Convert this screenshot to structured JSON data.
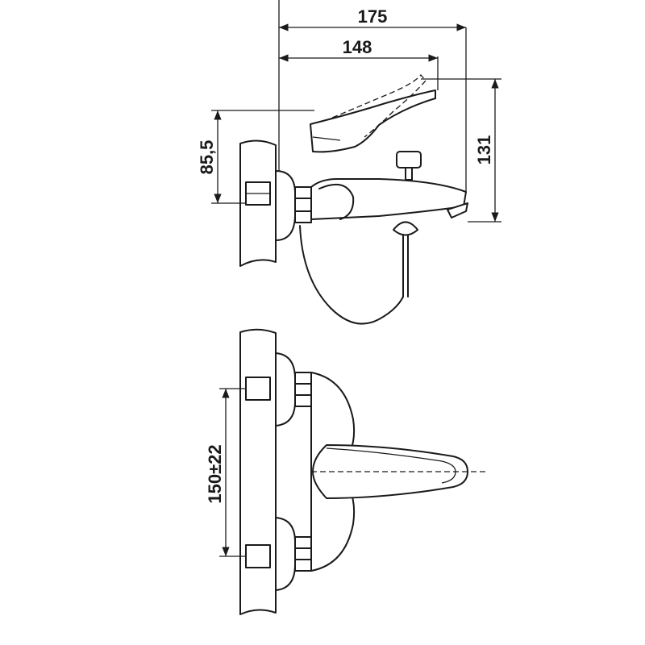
{
  "dimensions": {
    "overall_length": "175",
    "spout_length": "148",
    "height": "131",
    "inlet_height": "85,5",
    "inlet_spacing": "150±22"
  },
  "colors": {
    "line": "#1a1a1a",
    "background": "#ffffff"
  }
}
